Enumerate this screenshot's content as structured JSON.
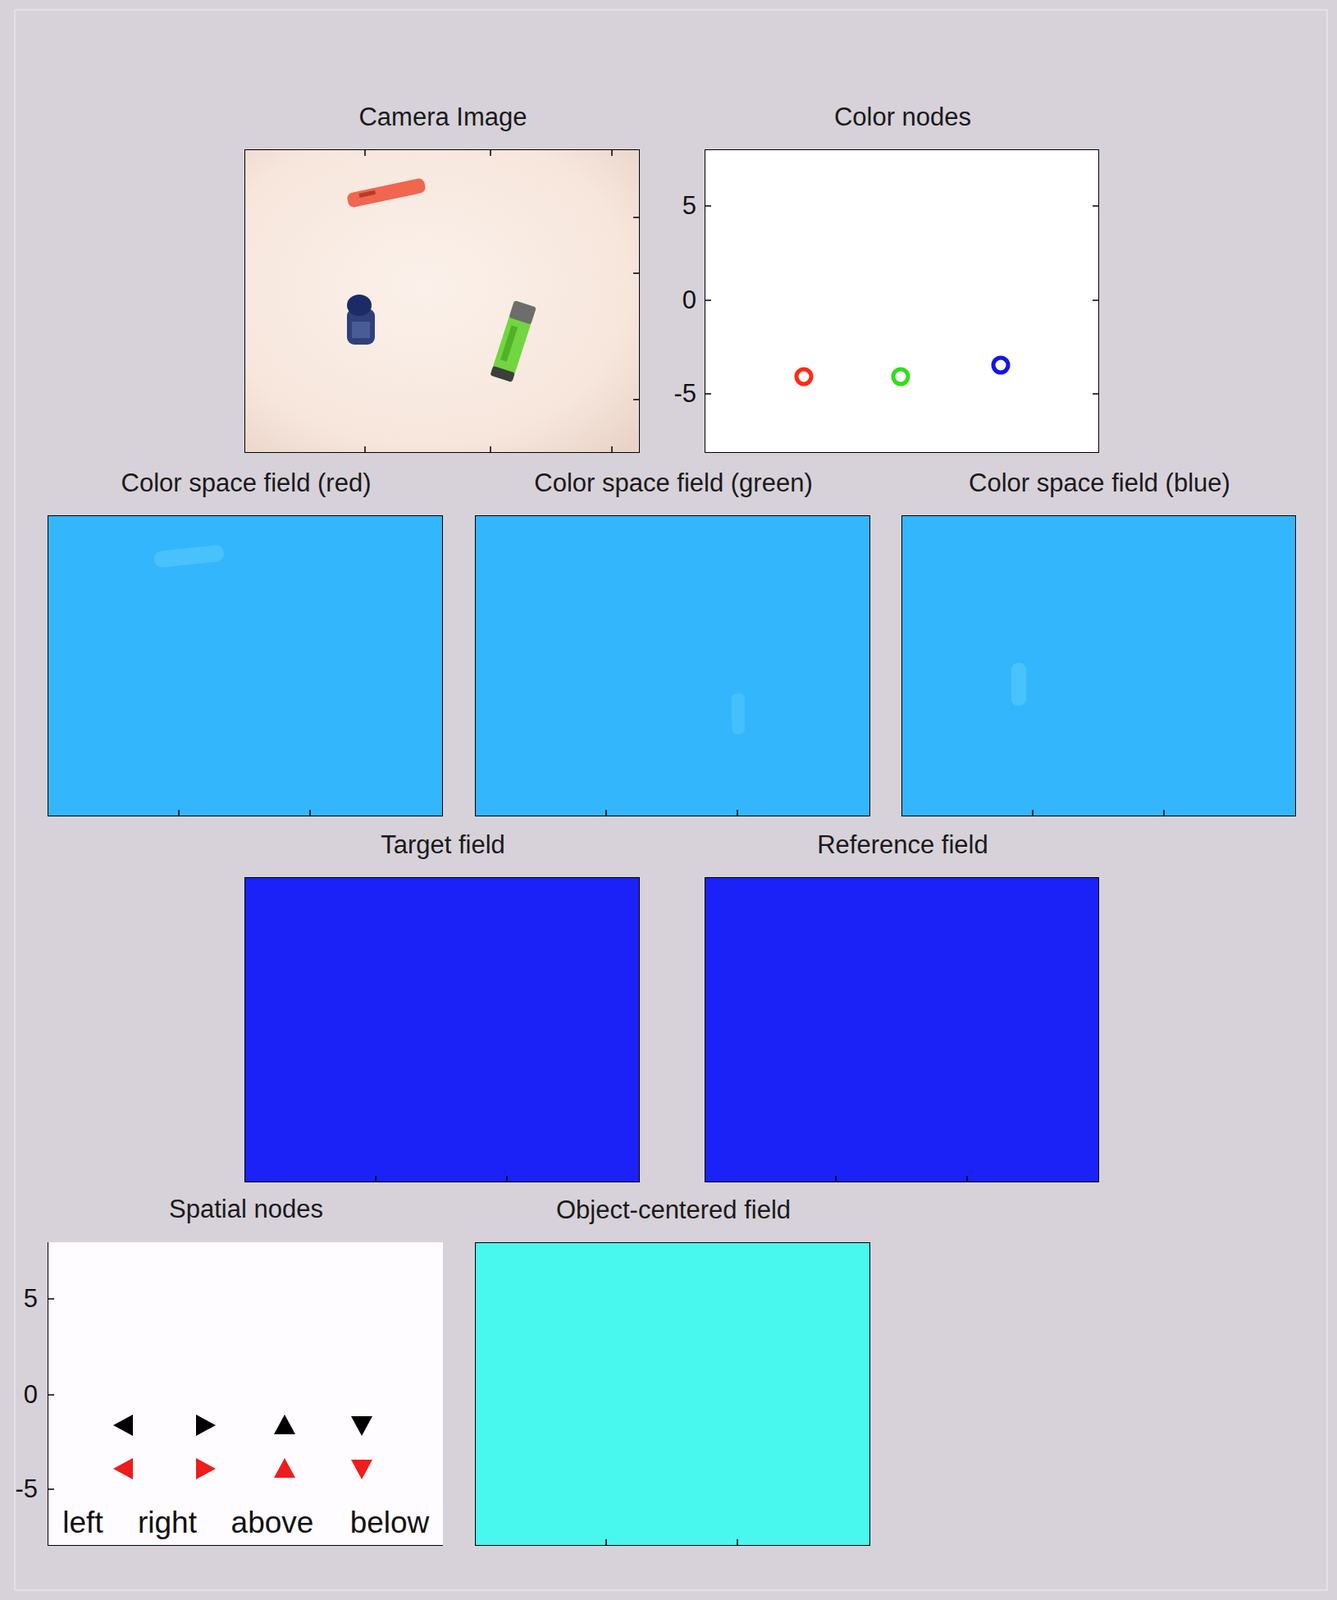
{
  "diagram": {
    "nodes": [
      {
        "text": [
          "Camera Image"
        ]
      },
      {
        "text": [
          "Color nodes"
        ]
      },
      {
        "text": [
          "Color space field (red)"
        ]
      },
      {
        "text": [
          "Color space field (green)"
        ]
      },
      {
        "text": [
          "Color space field (blue)"
        ]
      },
      {
        "text": [
          "Target field"
        ]
      },
      {
        "text": [
          "Reference field"
        ]
      },
      {
        "text": [
          "Spatial nodes"
        ]
      },
      {
        "text": [
          "Object-centered field"
        ]
      }
    ],
    "labels": [
      "5",
      "0",
      "-5",
      "5",
      "0",
      "-5",
      "left",
      "right",
      "above",
      "below"
    ]
  }
}
